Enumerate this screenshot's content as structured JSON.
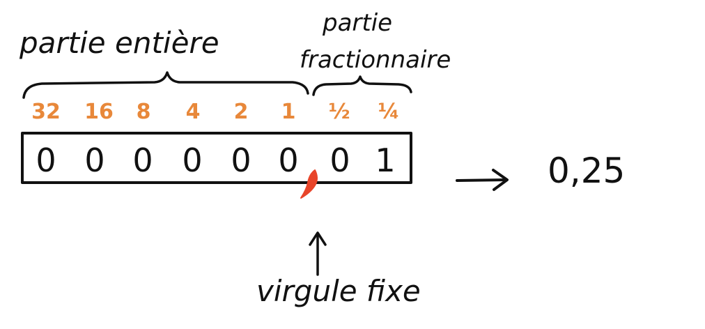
{
  "labels": {
    "integer_part": "partie entière",
    "fraction_part_line1": "partie",
    "fraction_part_line2": "fractionnaire",
    "fixed_point": "virgule fixe",
    "result": "0,25"
  },
  "weights": [
    "32",
    "16",
    "8",
    "4",
    "2",
    "1",
    "½",
    "¼"
  ],
  "bits": [
    "0",
    "0",
    "0",
    "0",
    "0",
    "0",
    "0",
    "1"
  ],
  "colors": {
    "ink": "#111111",
    "weight": "#e8883a",
    "comma": "#e8452a"
  }
}
